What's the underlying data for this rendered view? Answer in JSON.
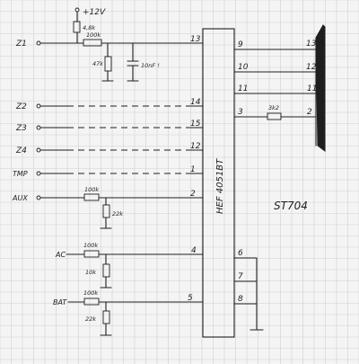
{
  "supply": {
    "label": "+12V",
    "pullup": "4,8k"
  },
  "ic": {
    "name": "HEF 4051BT"
  },
  "display": {
    "name": "ST704"
  },
  "inputs": {
    "z1": "Z1",
    "z2": "Z2",
    "z3": "Z3",
    "z4": "Z4",
    "tmp": "TMP",
    "aux": "AUX",
    "ac": "AC",
    "bat": "BAT"
  },
  "components": {
    "z1_series": "100k",
    "z1_shunt": "47k",
    "z1_cap": "10nF !",
    "aux_series": "100k",
    "aux_shunt": "22k",
    "ac_series": "100k",
    "ac_shunt": "10k",
    "bat_series": "100k",
    "bat_shunt": "22k",
    "disp_series": "3k2"
  },
  "ic_left_pins": [
    "13",
    "14",
    "15",
    "12",
    "1",
    "2",
    "4",
    "5"
  ],
  "ic_right_pins": [
    "9",
    "10",
    "11",
    "3",
    "6",
    "7",
    "8"
  ],
  "display_pins": [
    "13",
    "12",
    "11",
    "2"
  ]
}
